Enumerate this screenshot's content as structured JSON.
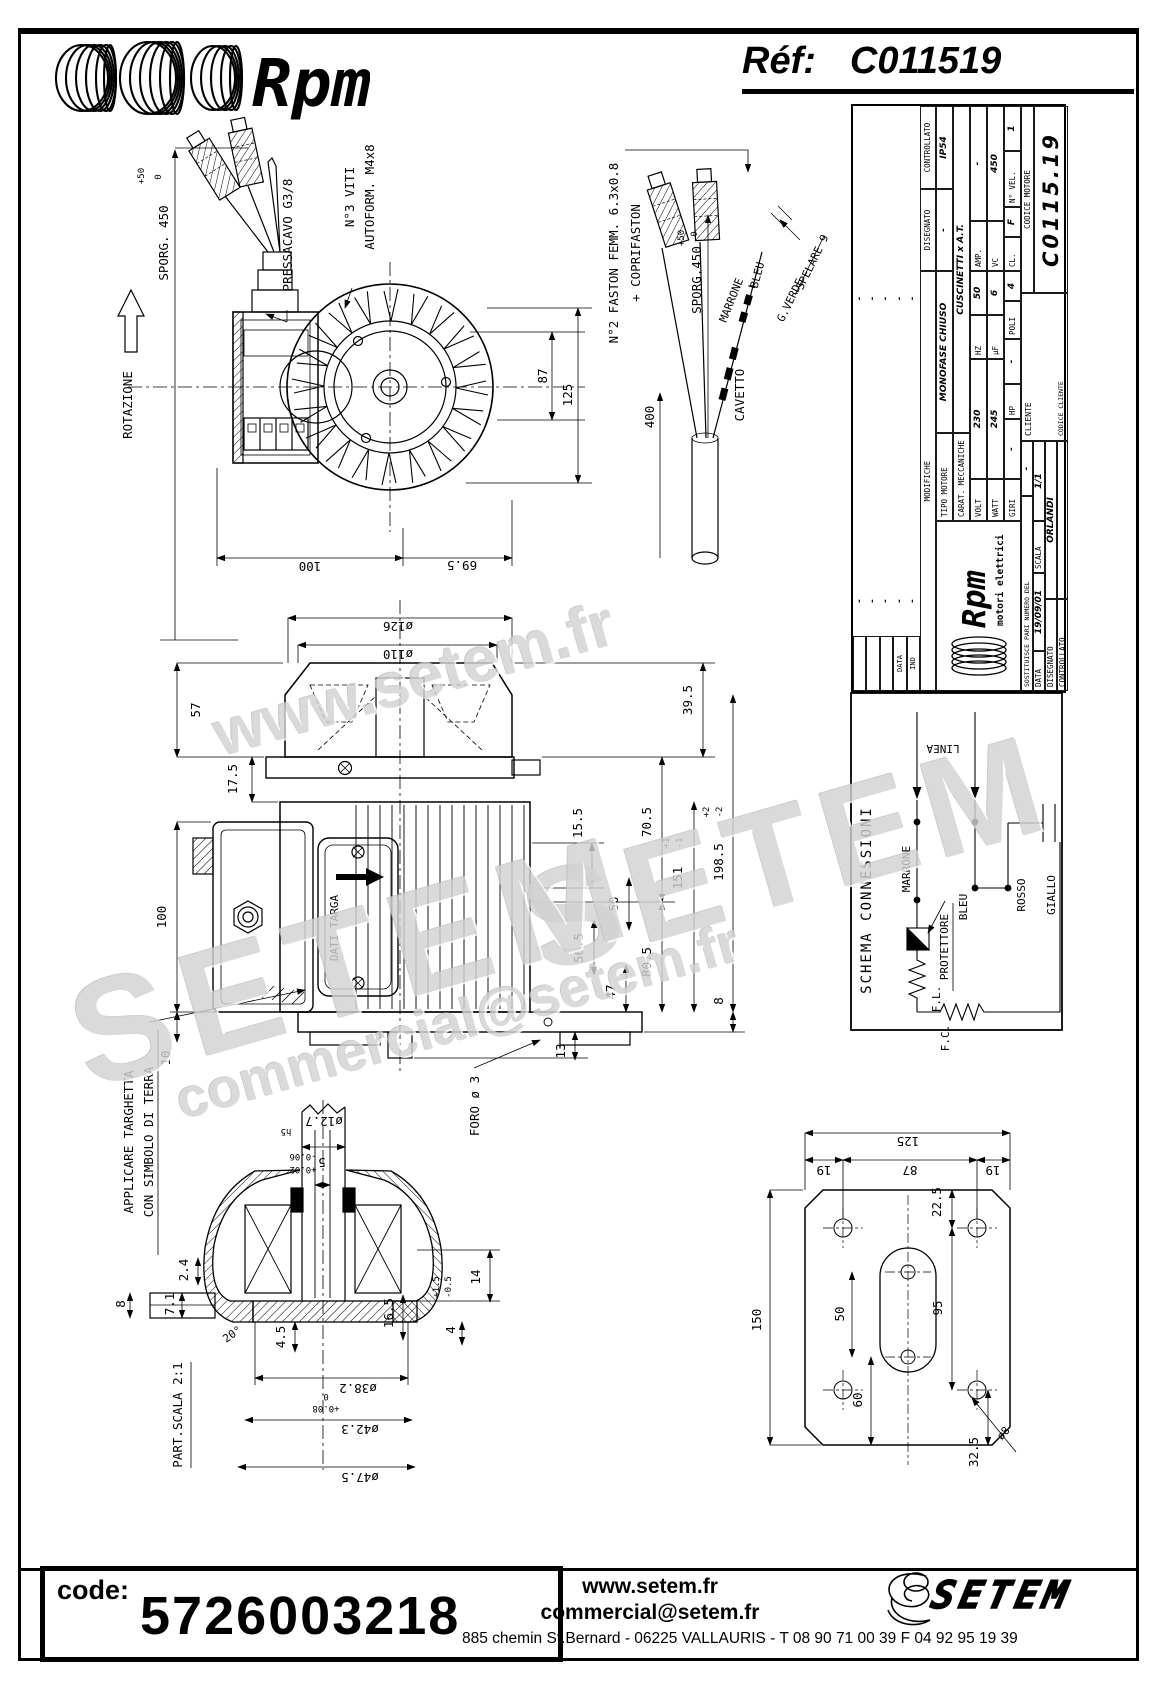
{
  "colors": {
    "line": "#000000",
    "watermark": "#d2d2d2"
  },
  "header": {
    "brand": "Rpm",
    "ref_label": "Réf:",
    "ref_value": "C011519"
  },
  "title_block": {
    "strip": {
      "ind": "IND",
      "data": "DATA",
      "dash": "-"
    },
    "modifiche": "MODIFICHE",
    "disegnato": "DISEGNATO",
    "controllato": "CONTROLLATO",
    "protezione": "IP54",
    "disegnato_val": "-",
    "tipo_label": "TIPO MOTORE",
    "tipo_val": "MONOFASE CHIUSO",
    "carat_label": "CARAT. MECCANICHE",
    "carat_val": "CUSCINETTI x A.T.",
    "r1": [
      {
        "l": "VOLT",
        "v": "230"
      },
      {
        "l": "HZ",
        "v": "50"
      },
      {
        "l": "AMP.",
        "v": "-"
      }
    ],
    "r2": [
      {
        "l": "WATT",
        "v": "245"
      },
      {
        "l": "µF",
        "v": "6"
      },
      {
        "l": "VC",
        "v": "450"
      }
    ],
    "r3": [
      {
        "l": "GIRI",
        "v": "-"
      },
      {
        "l": "HP",
        "v": "-"
      },
      {
        "l": "POLI",
        "v": "4"
      },
      {
        "l": "CL.",
        "v": "F"
      },
      {
        "l": "N° VEL.",
        "v": "1"
      }
    ],
    "logo_text": "Rpm",
    "logo_sub": "motori elettrici",
    "sostituisce_label": "SOSTITUISCE PARI NUMERO DEL",
    "sostituisce_val": "-",
    "data_label": "DATA",
    "data_val": "19/09/01",
    "scala_label": "SCALA",
    "scala_val": "1/1",
    "disegnato2_label": "DISEGNATO",
    "disegnato2_val": "ORLANDI",
    "controllato2_label": "CONTROLLATO",
    "controllato2_val": "",
    "cliente_label": "CLIENTE",
    "codice_cliente_label": "CODICE CLIENTE",
    "codice_motore_label": "CODICE MOTORE",
    "codice_motore_val": "C0115.19"
  },
  "schema": {
    "title": "SCHEMA CONNESSIONI",
    "linea": "LINEA",
    "marrone": "MARRONE",
    "bleu": "BLEU",
    "protettore": "PROTETTORE",
    "rosso": "ROSSO",
    "giallo": "GIALLO",
    "fl": "F.L.",
    "fc": "F.C."
  },
  "top_view": {
    "rotazione": "ROTAZIONE",
    "sporg": "SPORG. 450",
    "tol_up": "+50",
    "tol_dn": "0",
    "pressacavo": "PRESSACAVO G3/8",
    "viti1": "N°3 VITI",
    "viti2": "AUTOFORM. M4x8",
    "d87": "87",
    "d125": "125",
    "d100": "100",
    "d695": "69.5"
  },
  "faston": {
    "l1": "N°2 FASTON FEMM. 6.3x0.8",
    "l2": "+ COPRIFASTON",
    "sporg": "SPORG.450",
    "tol_up": "+50",
    "tol_dn": "0",
    "marrone": "MARRONE",
    "bleu": "BLEU",
    "gverde": "G.VERDE",
    "spelare": "SPELARE 9",
    "cavetto": "CAVETTO",
    "d400": "400"
  },
  "side_view": {
    "d126": "ø126",
    "d110": "ø110",
    "d57": "57",
    "d175": "17.5",
    "d395": "39.5",
    "d705": "70.5",
    "d155": "15.5",
    "d50": "50",
    "d565": "56.5",
    "d47": "47",
    "d805": "80.5",
    "d151": "151",
    "d151up": "+1",
    "d151dn": "-1",
    "d1985": "198.5",
    "d1985up": "+2",
    "d1985dn": "-2",
    "d100": "100",
    "d10": "10",
    "d13": "13",
    "d8": "8",
    "dati_targa": "DATI TARGA",
    "targhetta1": "APPLICARE TARGHETTA",
    "targhetta2": "CON SIMBOLO DI TERRA",
    "foro": "FORO ø 3"
  },
  "section": {
    "scala": "PART.SCALA 2:1",
    "d127": "ø12.7",
    "h5": "h5",
    "key5": "5",
    "keyup": "+0.02",
    "keydn": "-0.06",
    "d24": "2.4",
    "d8": "8",
    "d71": "7.1",
    "ang": "20°",
    "d45": "4.5",
    "d165": "16.5",
    "d14": "14",
    "tolup": "+1.5",
    "toldn": "-0.5",
    "d4": "4",
    "d382": "ø38.2",
    "d382up": "+0.08",
    "d382dn": "0",
    "d423": "ø42.3",
    "d475": "ø47.5"
  },
  "flange": {
    "d125": "125",
    "d19l": "19",
    "d87": "87",
    "d19r": "19",
    "d150": "150",
    "d225": "22.5",
    "d50": "50",
    "d95": "95",
    "d60": "60",
    "d325": "32.5",
    "d8": "ø8"
  },
  "watermark": {
    "w1": "www.setem.fr",
    "w2": "SETEM",
    "w3": "commercial@setem.fr",
    "w4": "SETEM"
  },
  "footer": {
    "code_label": "code:",
    "code_value": "5726003218",
    "website": "www.setem.fr",
    "email": "commercial@setem.fr",
    "brand": "SETEM",
    "address": "885 chemin St.Bernard  -  06225 VALLAURIS  -  T 08 90 71 00 39   F 04 92 95 19 39"
  }
}
